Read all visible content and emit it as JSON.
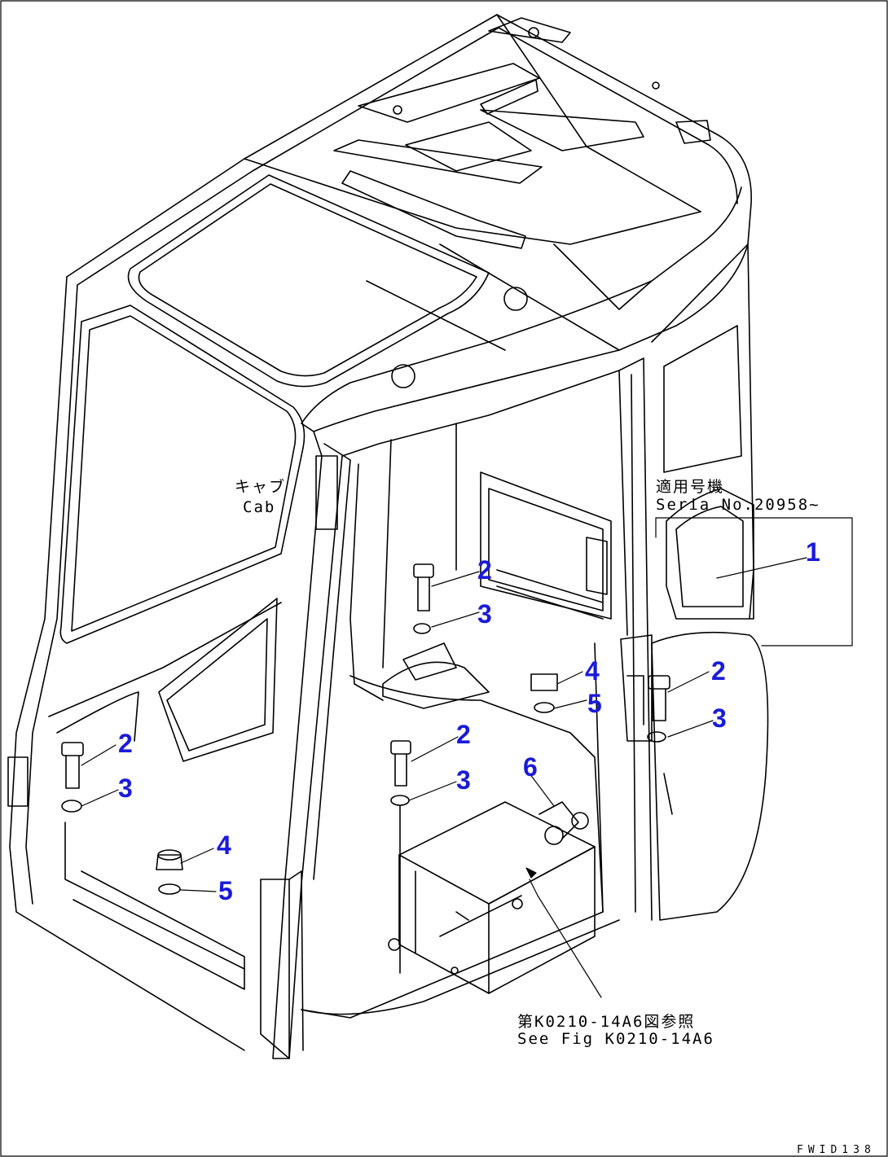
{
  "labels": {
    "cab_jp": "キャブ",
    "cab_en": "Cab",
    "serial_jp": "適用号機",
    "serial_en": "Seria  No.20958~",
    "ref_jp": "第K0210-14A6図参照",
    "ref_en": "See Fig K0210-14A6",
    "figure_code": "FWID138"
  },
  "callouts": [
    {
      "id": "c1",
      "text": "1"
    },
    {
      "id": "c2a",
      "text": "2"
    },
    {
      "id": "c3a",
      "text": "3"
    },
    {
      "id": "c4a",
      "text": "4"
    },
    {
      "id": "c5a",
      "text": "5"
    },
    {
      "id": "c2b",
      "text": "2"
    },
    {
      "id": "c3b",
      "text": "3"
    },
    {
      "id": "c2c",
      "text": "2"
    },
    {
      "id": "c3c",
      "text": "3"
    },
    {
      "id": "c6",
      "text": "6"
    },
    {
      "id": "c2d",
      "text": "2"
    },
    {
      "id": "c3d",
      "text": "3"
    },
    {
      "id": "c4b",
      "text": "4"
    },
    {
      "id": "c5b",
      "text": "5"
    }
  ],
  "colors": {
    "line": "#000000",
    "callout": "#1a1adc",
    "background": "#ffffff"
  }
}
